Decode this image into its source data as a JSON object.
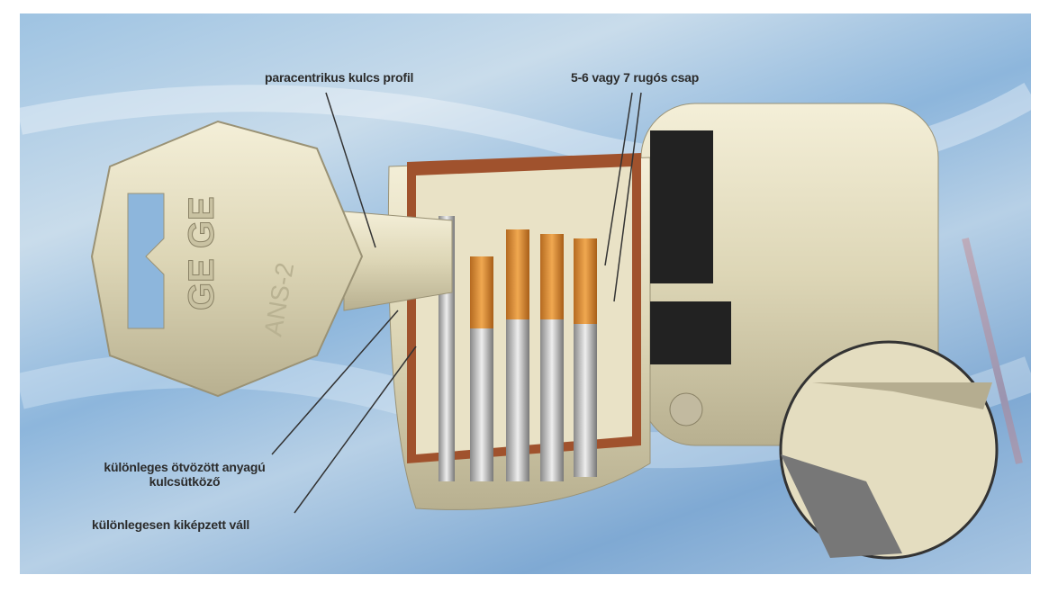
{
  "labels": {
    "key_profile": "paracentrikus kulcs profil",
    "spring_pins": "5-6 vagy 7 rugós csap",
    "key_stop_line1": "különleges ötvözött anyagú",
    "key_stop_line2": "kulcsütköző",
    "shoulder": "különlegesen kiképzett váll"
  },
  "key_engraving": {
    "brand": "GE GE",
    "model": "ANS-2"
  },
  "colors": {
    "background": "#9ec3e2",
    "brass": "#d9913a",
    "nickel": "#e2dcc0",
    "label": "#2b2b2b"
  }
}
